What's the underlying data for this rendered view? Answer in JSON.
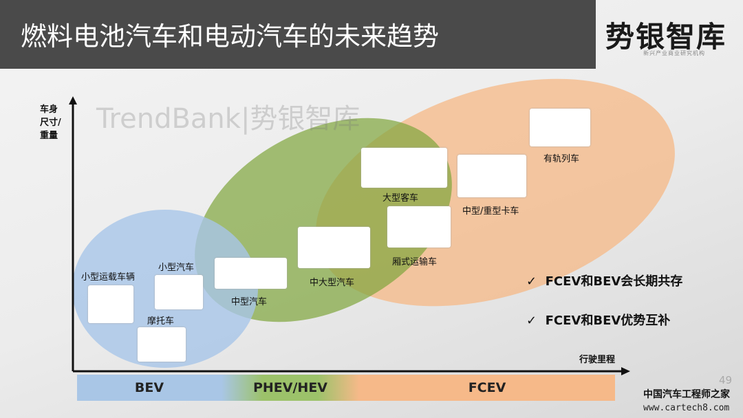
{
  "title": "燃料电池汽车和电动汽车的未来趋势",
  "logo": {
    "name": "势银智库",
    "subtitle": "新兴产业商业研究机构"
  },
  "watermark": "TrendBank|势银智库",
  "axes": {
    "y_label": [
      "车身",
      "尺寸/",
      "重量"
    ],
    "x_label": "行驶里程"
  },
  "vehicles": {
    "v1": "小型运载车辆",
    "v2": "小型汽车",
    "v3": "摩托车",
    "v4": "中型汽车",
    "v5": "中大型汽车",
    "v6": "厢式运输车",
    "v7": "大型客车",
    "v8": "中型/重型卡车",
    "v9": "有轨列车"
  },
  "bands": {
    "bev": "BEV",
    "phev": "PHEV/HEV",
    "fcev": "FCEV"
  },
  "bullets": [
    "FCEV和BEV会长期共存",
    "FCEV和BEV优势互补"
  ],
  "page_number": "49",
  "credit": {
    "cn": "中国汽车工程师之家",
    "url": "www.cartech8.com"
  },
  "colors": {
    "bev": "#a9c6e6",
    "phev": "#8fb04f",
    "fcev": "#f6b989",
    "title_bar": "#4a4a4a"
  }
}
